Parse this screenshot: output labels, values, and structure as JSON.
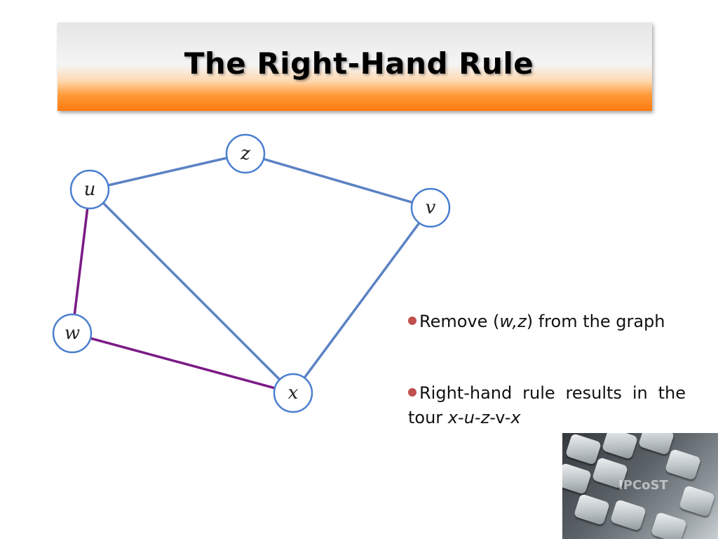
{
  "slide": {
    "title": "The Right-Hand Rule"
  },
  "graph": {
    "nodes": [
      {
        "id": "z",
        "label": "z"
      },
      {
        "id": "u",
        "label": "u"
      },
      {
        "id": "v",
        "label": "v"
      },
      {
        "id": "w",
        "label": "w"
      },
      {
        "id": "x",
        "label": "x"
      }
    ],
    "edges": [
      {
        "from": "u",
        "to": "z",
        "color": "#5b82c4"
      },
      {
        "from": "z",
        "to": "v",
        "color": "#5b82c4"
      },
      {
        "from": "u",
        "to": "x",
        "color": "#5b82c4"
      },
      {
        "from": "v",
        "to": "x",
        "color": "#5b82c4"
      },
      {
        "from": "u",
        "to": "w",
        "color": "#7b1a86"
      },
      {
        "from": "w",
        "to": "x",
        "color": "#7b1a86"
      }
    ],
    "node_stroke": "#4a7fd0"
  },
  "bullets": {
    "item1": {
      "a": "Remove (",
      "b": "w",
      "c": ",",
      "d": "z",
      "e": ") from the graph"
    },
    "item2": {
      "a": "Right-hand rule results in the tour ",
      "b": "x",
      "c": "-",
      "d": "u",
      "e": "-",
      "f": "z",
      "g": "-v-",
      "h": "x"
    }
  },
  "image": {
    "watermark": "IPCoST"
  }
}
